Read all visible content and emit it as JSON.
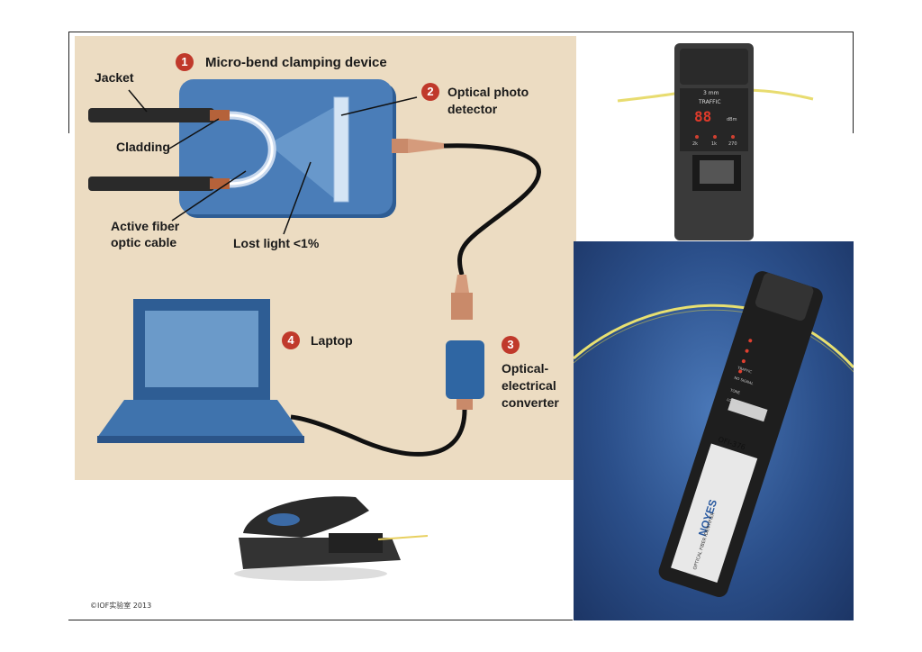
{
  "diagram": {
    "title_number": "1",
    "title": "Micro-bend clamping device",
    "labels": {
      "jacket": "Jacket",
      "cladding": "Cladding",
      "active_fiber_line1": "Active fiber",
      "active_fiber_line2": "optic cable",
      "lost_light": "Lost light <1%",
      "detector_number": "2",
      "detector_line1": "Optical photo",
      "detector_line2": "detector",
      "converter_number": "3",
      "converter_line1": "Optical-",
      "converter_line2": "electrical",
      "converter_line3": "converter",
      "laptop_number": "4",
      "laptop": "Laptop"
    },
    "colors": {
      "background": "#ecdcc2",
      "device": "#3d6fa8",
      "number_badge": "#c0392b"
    }
  },
  "photos": {
    "traffic_tester": {
      "labels": {
        "size": "3 mm",
        "traffic": "TRAFFIC",
        "display": "88",
        "unit": "dBm",
        "freq1": "2k",
        "freq2": "1k",
        "freq3": "270"
      }
    },
    "noyes_identifier": {
      "brand": "NOYES",
      "model": "OFI-376",
      "caption": "OPTICAL FIBER IDENTIFIER",
      "indicators": [
        "TRAFFIC",
        "NO SIGNAL",
        "TONE",
        "LOW BATT"
      ]
    }
  },
  "footer": {
    "copyright": "©IOF实验室 2013"
  }
}
